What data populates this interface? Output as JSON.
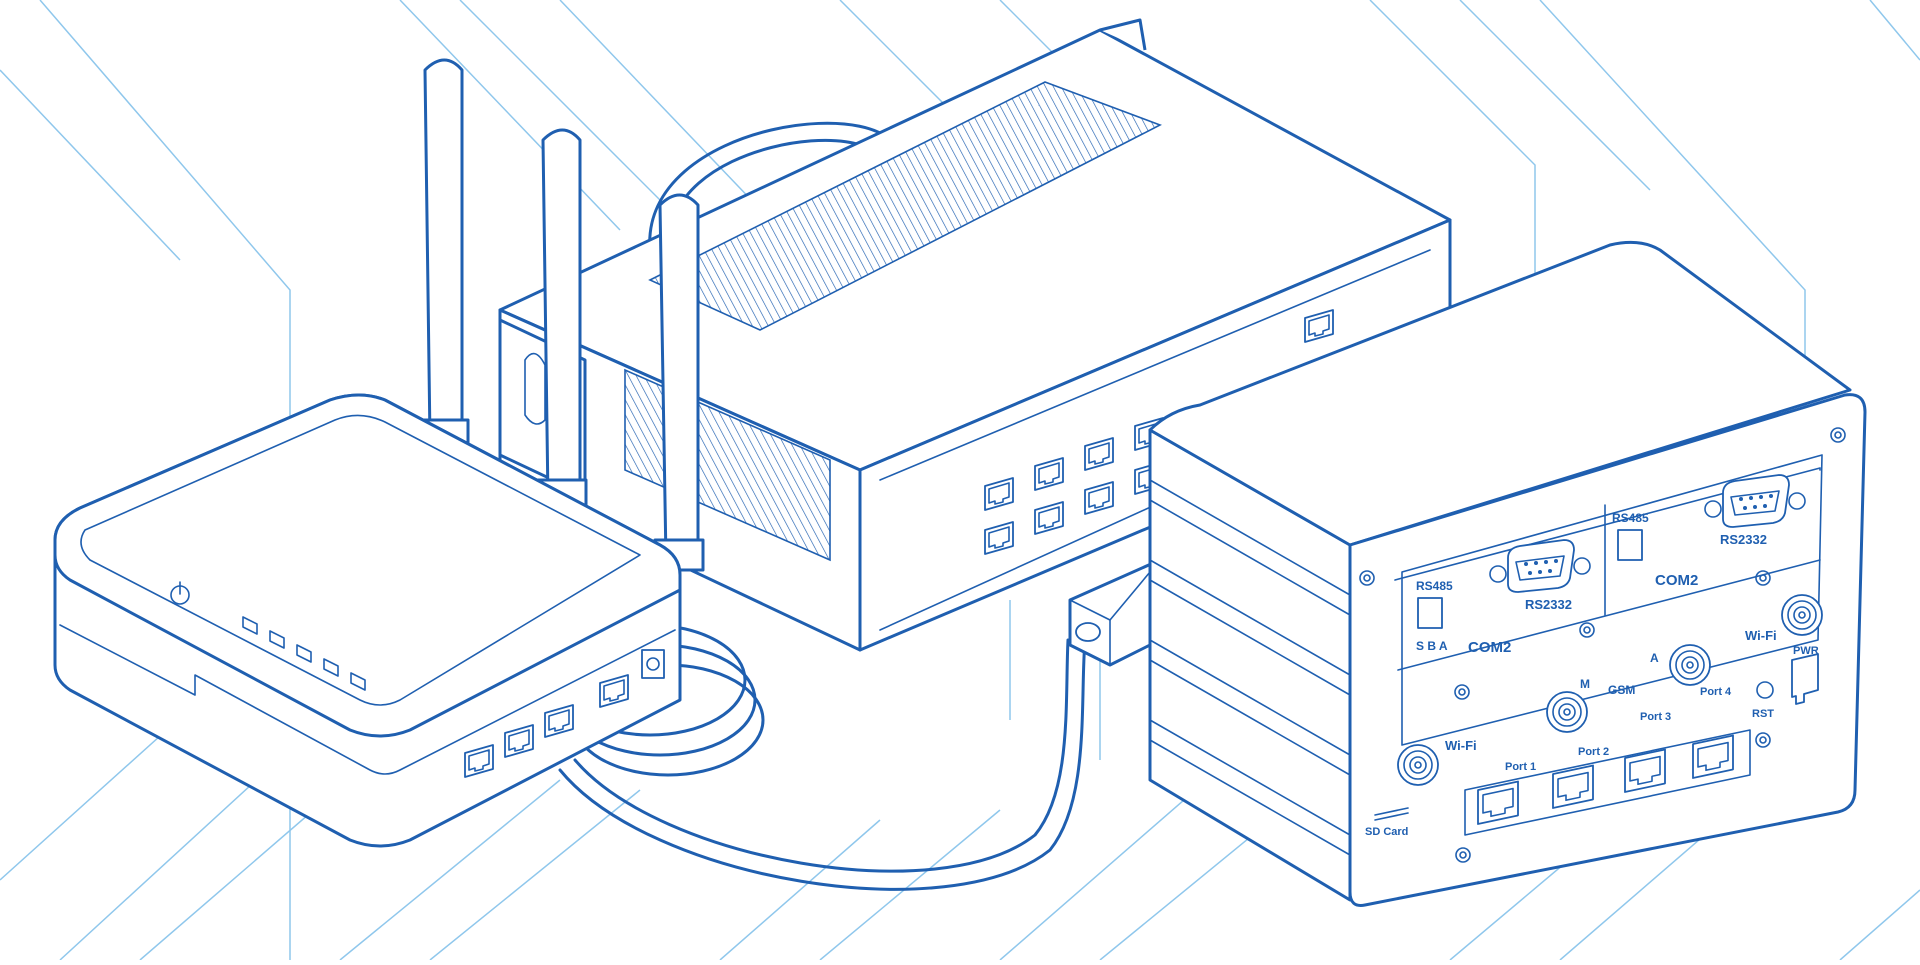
{
  "colors": {
    "line": "#1f5fb0",
    "background_lines": "#8fc7ec",
    "background": "#ffffff"
  },
  "icons": {
    "power": "power-icon"
  },
  "gateway": {
    "serial_left": {
      "rs485": "RS485",
      "rs232": "RS2332",
      "pins": "S B A",
      "com": "COM2"
    },
    "serial_right": {
      "rs485": "RS485",
      "rs232": "RS2332",
      "com": "COM2"
    },
    "wifi_right": "Wi-Fi",
    "wifi_left": "Wi-Fi",
    "pwr": "PWR",
    "rst": "RST",
    "gsm": "GSM",
    "gsm_m": "M",
    "gsm_a": "A",
    "sd_card": "SD Card",
    "ports": [
      "Port 1",
      "Port 2",
      "Port 3",
      "Port 4"
    ]
  }
}
